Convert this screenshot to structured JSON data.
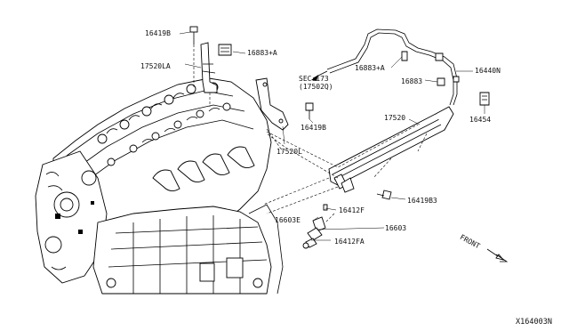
{
  "labels": {
    "p16419b_top": "16419B",
    "p16883a_top": "16883+A",
    "p17520la": "17520LA",
    "sec173_line1": "SEC.173",
    "sec173_line2": "(17502Q)",
    "p16883a_mid": "16883+A",
    "p16440n": "16440N",
    "p16883": "16883",
    "p16454": "16454",
    "p17520": "17520",
    "p16419b_mid": "16419B",
    "p17520l": "17520L",
    "p16419b3": "16419B3",
    "p16603e": "16603E",
    "p16412f": "16412F",
    "p16603": "16603",
    "p16412fa": "16412FA",
    "front": "FRONT",
    "diagram_id": "X164003N"
  }
}
